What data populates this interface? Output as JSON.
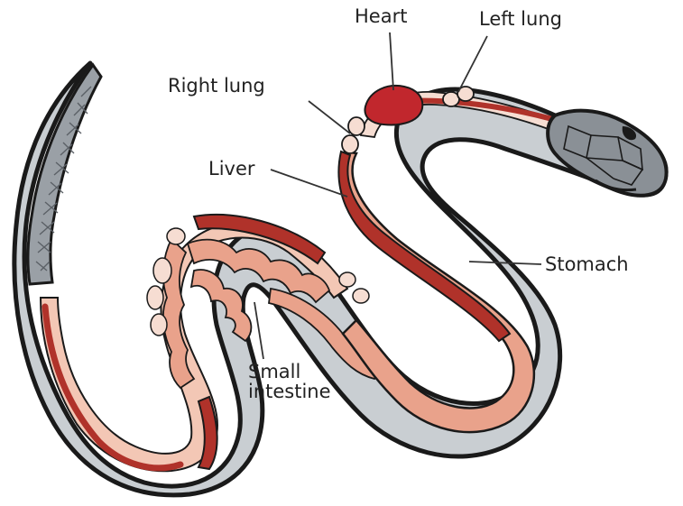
{
  "labels": {
    "heart": "Heart",
    "left_lung": "Left lung",
    "right_lung": "Right lung",
    "liver": "Liver",
    "stomach": "Stomach",
    "small_intestine_line1": "Small",
    "small_intestine_line2": "intestine"
  },
  "colors": {
    "outline": "#1a1a1a",
    "body_gray": "#c9ced2",
    "flesh": "#e9a28b",
    "dark_red": "#b0322a",
    "pale": "#f6ddd2",
    "heart": "#c1272d"
  }
}
